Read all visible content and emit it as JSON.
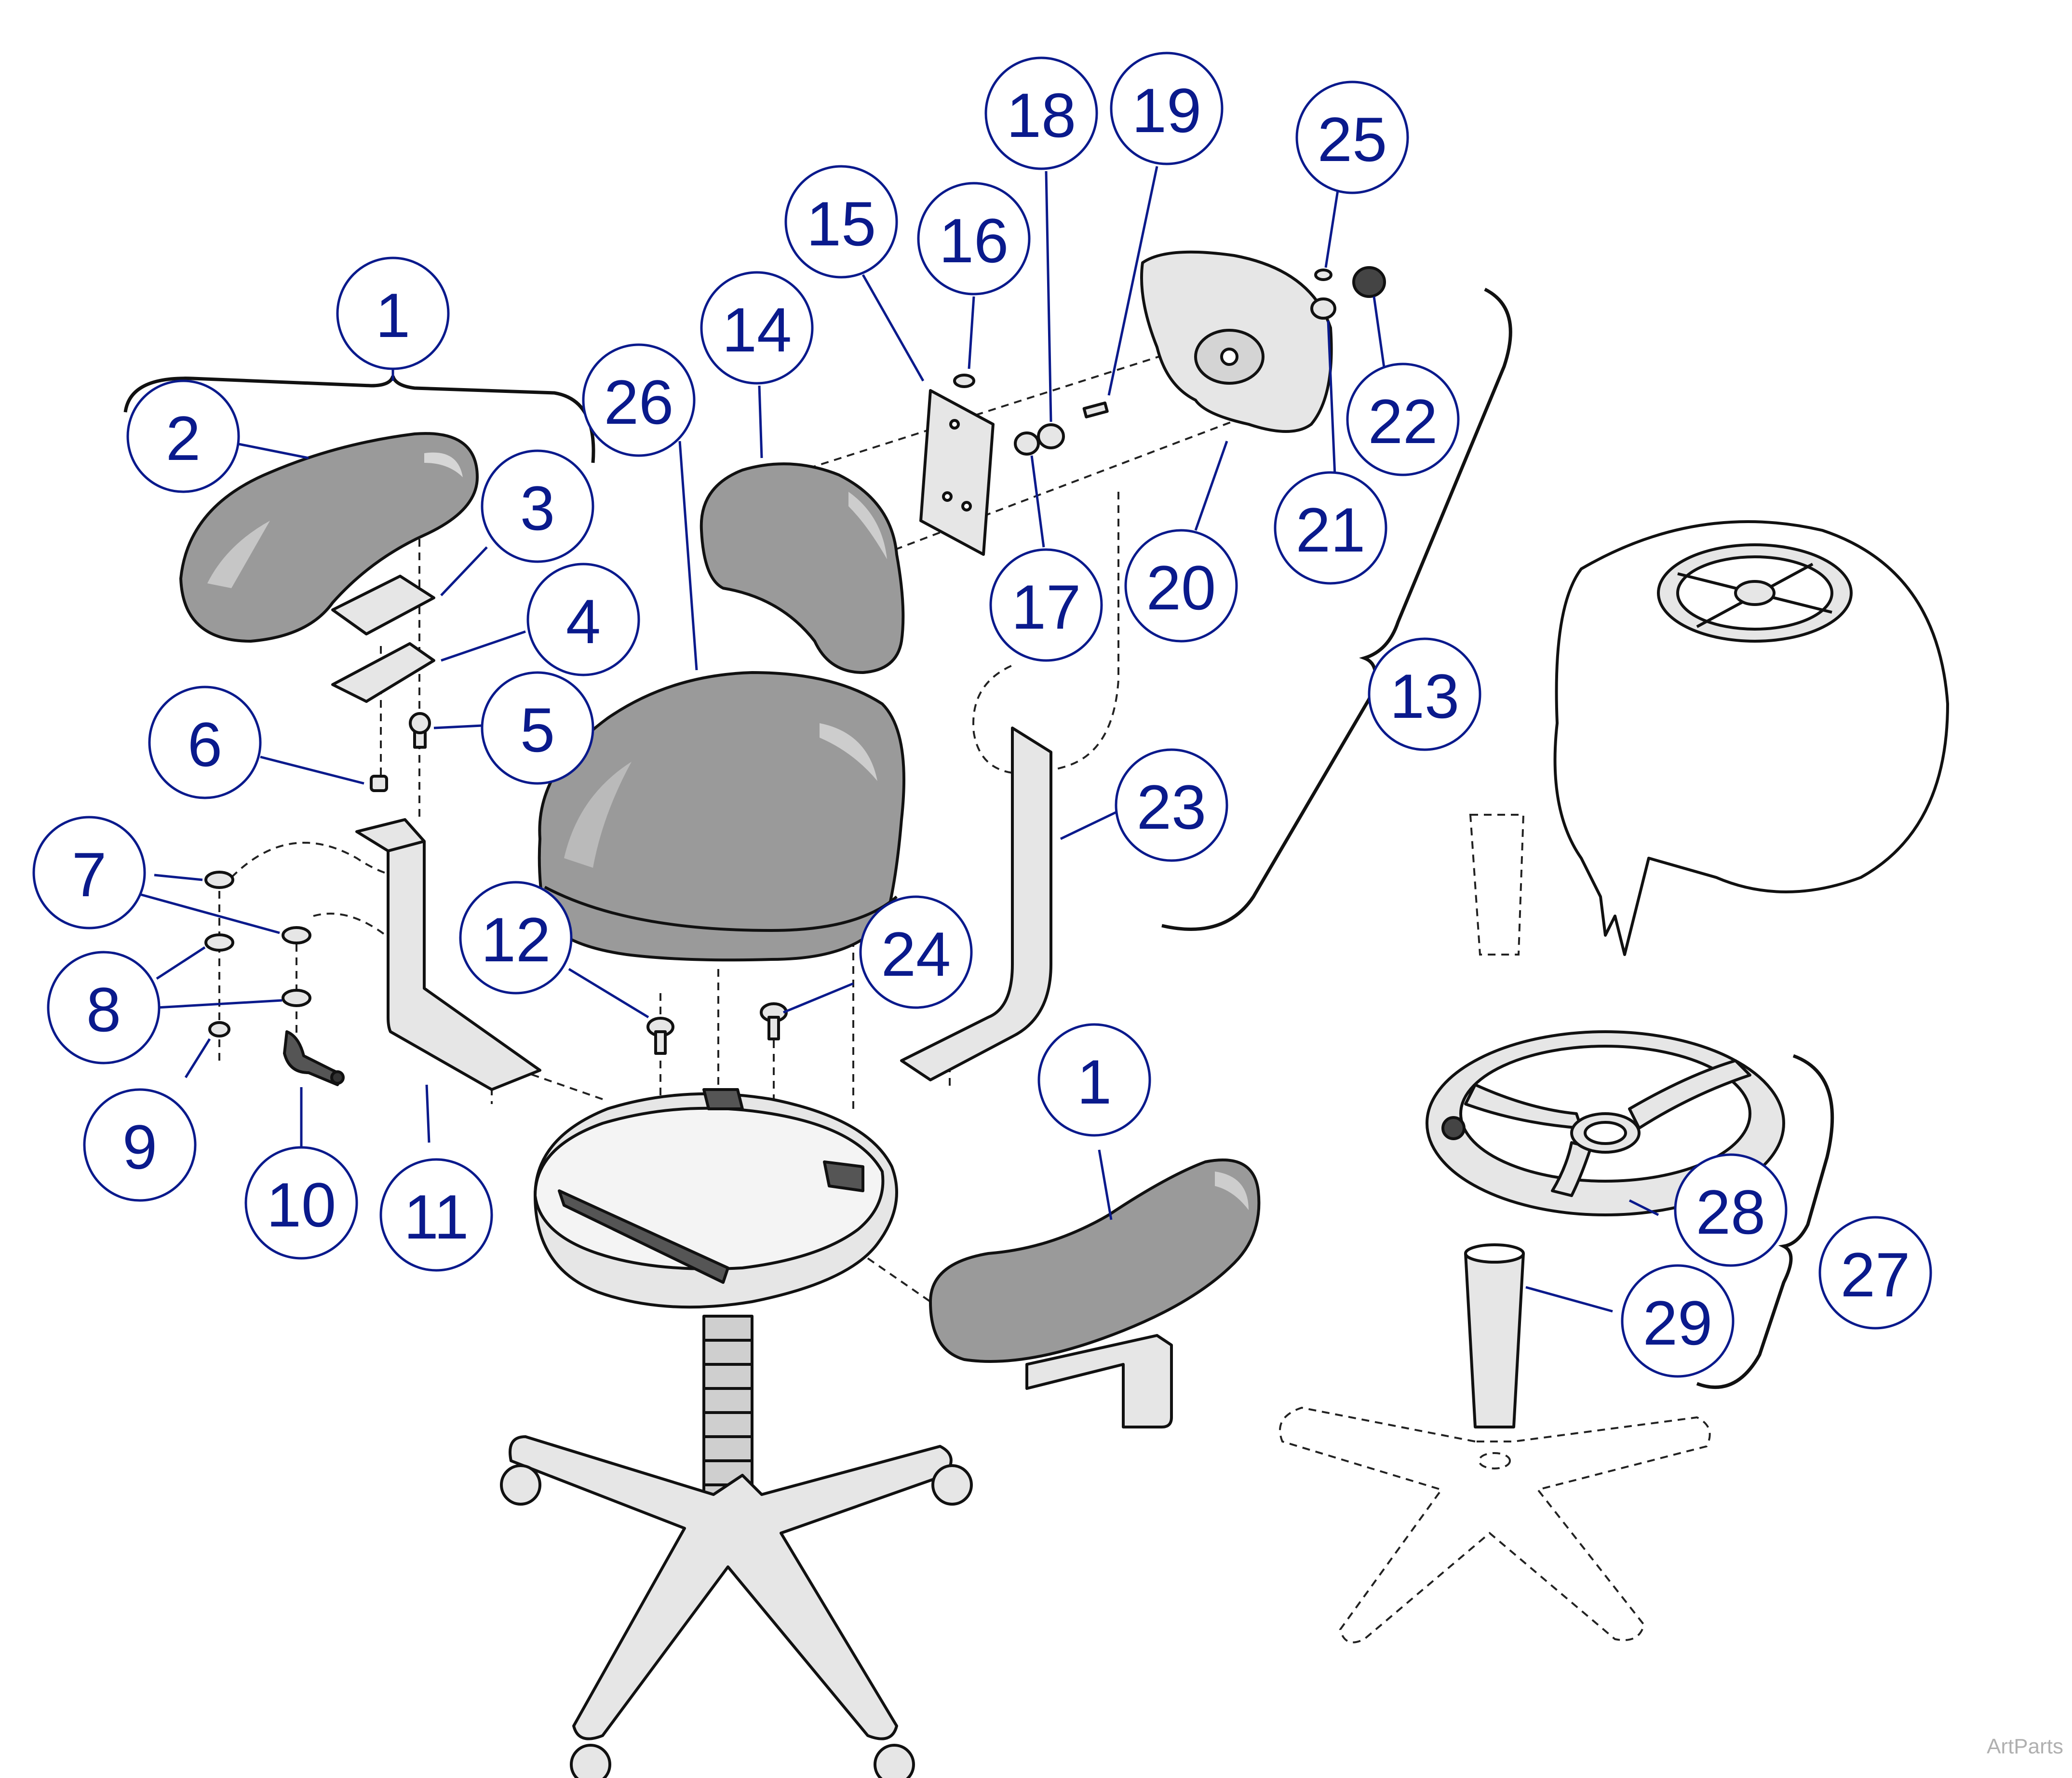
{
  "callouts": [
    {
      "id": "c1a",
      "label": "1"
    },
    {
      "id": "c2",
      "label": "2"
    },
    {
      "id": "c3",
      "label": "3"
    },
    {
      "id": "c4",
      "label": "4"
    },
    {
      "id": "c5",
      "label": "5"
    },
    {
      "id": "c6",
      "label": "6"
    },
    {
      "id": "c7",
      "label": "7"
    },
    {
      "id": "c8",
      "label": "8"
    },
    {
      "id": "c9",
      "label": "9"
    },
    {
      "id": "c10",
      "label": "10"
    },
    {
      "id": "c11",
      "label": "11"
    },
    {
      "id": "c12",
      "label": "12"
    },
    {
      "id": "c13",
      "label": "13"
    },
    {
      "id": "c14",
      "label": "14"
    },
    {
      "id": "c15",
      "label": "15"
    },
    {
      "id": "c16",
      "label": "16"
    },
    {
      "id": "c17",
      "label": "17"
    },
    {
      "id": "c18",
      "label": "18"
    },
    {
      "id": "c19",
      "label": "19"
    },
    {
      "id": "c20",
      "label": "20"
    },
    {
      "id": "c21",
      "label": "21"
    },
    {
      "id": "c22",
      "label": "22"
    },
    {
      "id": "c23",
      "label": "23"
    },
    {
      "id": "c24",
      "label": "24"
    },
    {
      "id": "c25",
      "label": "25"
    },
    {
      "id": "c26",
      "label": "26"
    },
    {
      "id": "c1b",
      "label": "1"
    },
    {
      "id": "c27",
      "label": "27"
    },
    {
      "id": "c28",
      "label": "28"
    },
    {
      "id": "c29",
      "label": "29"
    }
  ],
  "watermark": "ArtParts",
  "colors": {
    "callout": "#0a1a8c",
    "cushion": "#9a9a9a",
    "metal": "#e6e6e6"
  }
}
